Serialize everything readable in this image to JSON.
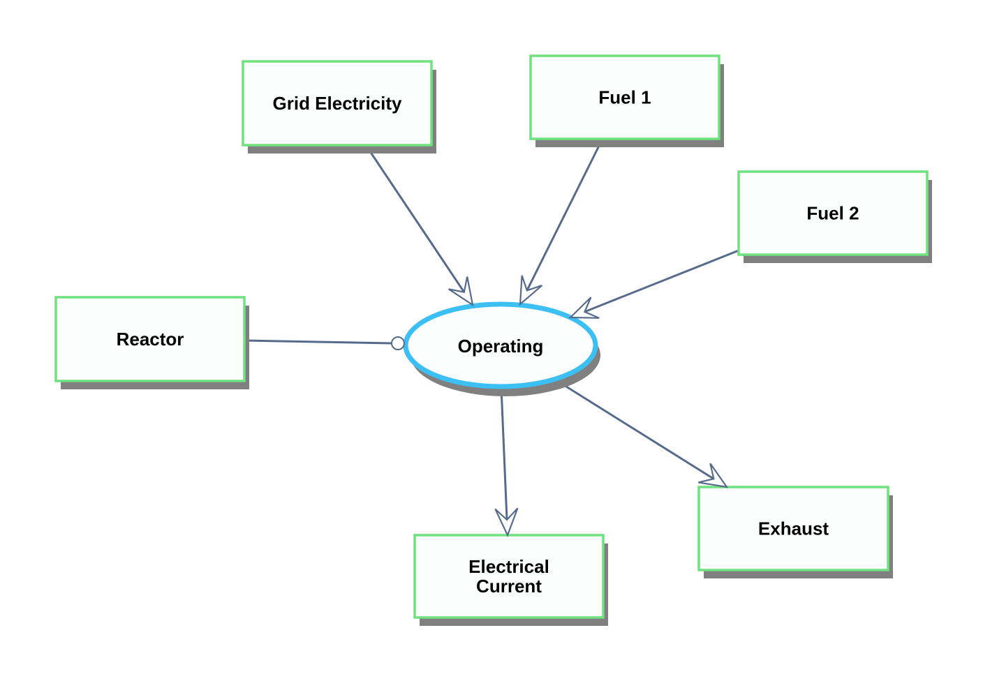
{
  "diagram": {
    "type": "process-diagram",
    "colors": {
      "object_border": "#6fe27f",
      "process_border": "#3cbff5",
      "link": "#566b8c",
      "shadow": "#808080"
    },
    "process": {
      "id": "operating",
      "label": "Operating"
    },
    "objects": [
      {
        "id": "grid-electricity",
        "label": [
          "Grid Electricity"
        ]
      },
      {
        "id": "fuel-1",
        "label": [
          "Fuel 1"
        ]
      },
      {
        "id": "fuel-2",
        "label": [
          "Fuel 2"
        ]
      },
      {
        "id": "reactor",
        "label": [
          "Reactor"
        ]
      },
      {
        "id": "electrical-current",
        "label": [
          "Electrical",
          "Current"
        ]
      },
      {
        "id": "exhaust",
        "label": [
          "Exhaust"
        ]
      }
    ],
    "links": [
      {
        "from": "grid-electricity",
        "to": "operating",
        "kind": "consumption"
      },
      {
        "from": "fuel-1",
        "to": "operating",
        "kind": "consumption"
      },
      {
        "from": "fuel-2",
        "to": "operating",
        "kind": "consumption"
      },
      {
        "from": "reactor",
        "to": "operating",
        "kind": "instrument"
      },
      {
        "from": "operating",
        "to": "electrical-current",
        "kind": "result"
      },
      {
        "from": "operating",
        "to": "exhaust",
        "kind": "result"
      }
    ]
  }
}
